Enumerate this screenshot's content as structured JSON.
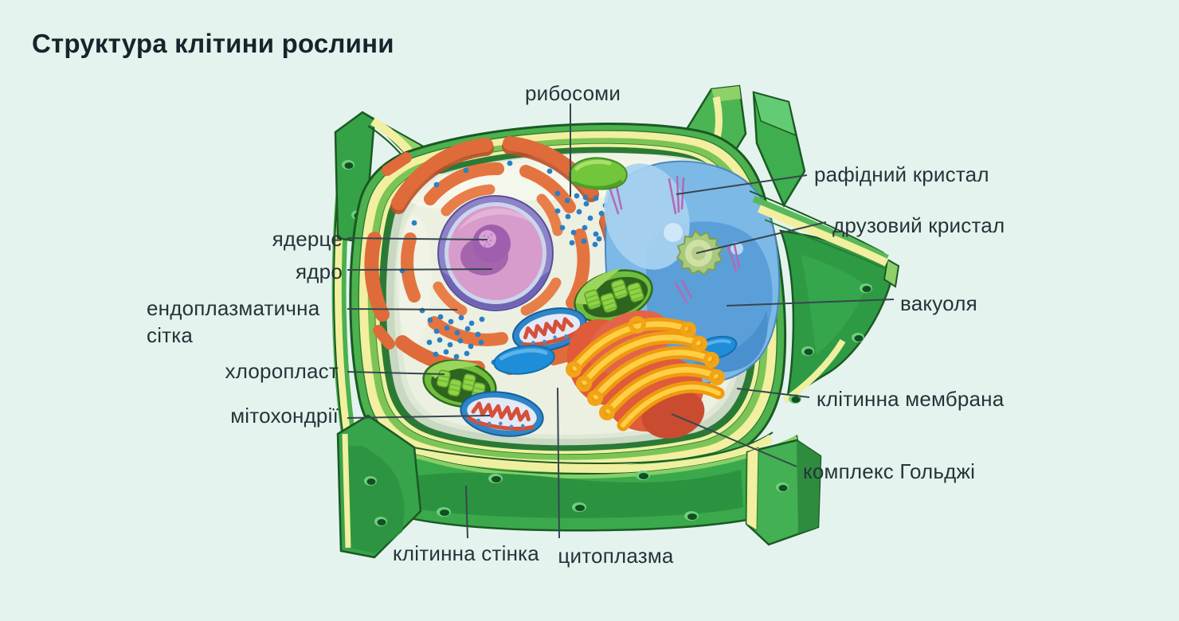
{
  "title": "Структура клітини рослини",
  "diagram": {
    "name": "plant-cell-structure",
    "labels": {
      "ribosomes": "рибосоми",
      "raphide_crystal": "рафідний кристал",
      "druse_crystal": "друзовий кристал",
      "vacuole": "вакуоля",
      "cell_membrane": "клітинна мембрана",
      "golgi_complex": "комплекс Гольджі",
      "nucleolus": "ядерце",
      "nucleus": "ядро",
      "endoplasmic_reticulum": "ендоплазматична сітка",
      "chloroplast": "хлоропласт",
      "mitochondria": "мітохондрії",
      "cell_wall": "клітинна стінка",
      "cytoplasm": "цитоплазма"
    },
    "colors": {
      "background": "#e5f3ee",
      "text": "#26343a",
      "leader_line": "#37474f",
      "wall_green": "#4db14e",
      "wall_yellow": "#f2efa0",
      "wall_dark_green": "#2a7a35",
      "membrane_gray": "#c9d8c3",
      "cytoplasm_fill": "#ecf0e1",
      "vacuole_blue": "#7db9e6",
      "nucleus_pink": "#d79ccb",
      "nucleolus_purple": "#a05fae",
      "er_orange": "#df6a3a",
      "golgi_yellow": "#f5a915",
      "golgi_red": "#df5b3a",
      "chloroplast_green": "#6fbe3c",
      "mitochondrion_blue": "#2e86c8",
      "ribosome_dot_blue": "#2b7fc4"
    }
  }
}
